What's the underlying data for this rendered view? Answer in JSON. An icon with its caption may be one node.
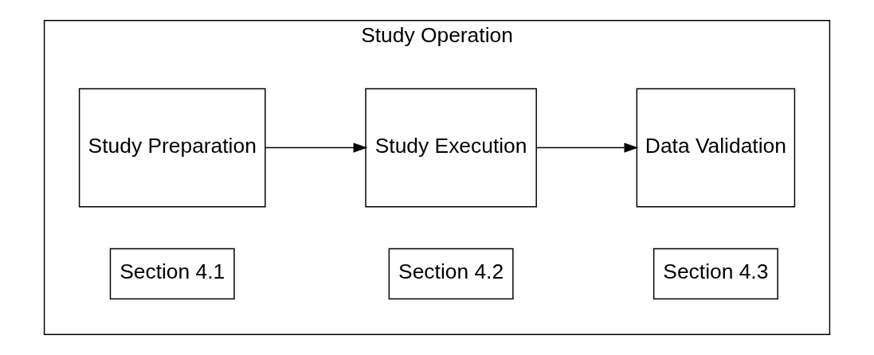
{
  "diagram": {
    "nodes": [
      {
        "text": [
          "Study Operation"
        ]
      },
      {
        "text": [
          "Study Preparation"
        ],
        "in": 0
      },
      {
        "text": [
          "Study Execution"
        ],
        "in": 0
      },
      {
        "text": [
          "Data Validation"
        ],
        "in": 0
      },
      {
        "text": [
          "Section 4.1"
        ],
        "in": 0
      },
      {
        "text": [
          "Section 4.2"
        ],
        "in": 0
      },
      {
        "text": [
          "Section 4.3"
        ],
        "in": 0
      }
    ],
    "edges": [
      {
        "from": 1,
        "to": 2,
        "arrow": "to"
      },
      {
        "from": 2,
        "to": 3,
        "arrow": "to"
      }
    ]
  }
}
